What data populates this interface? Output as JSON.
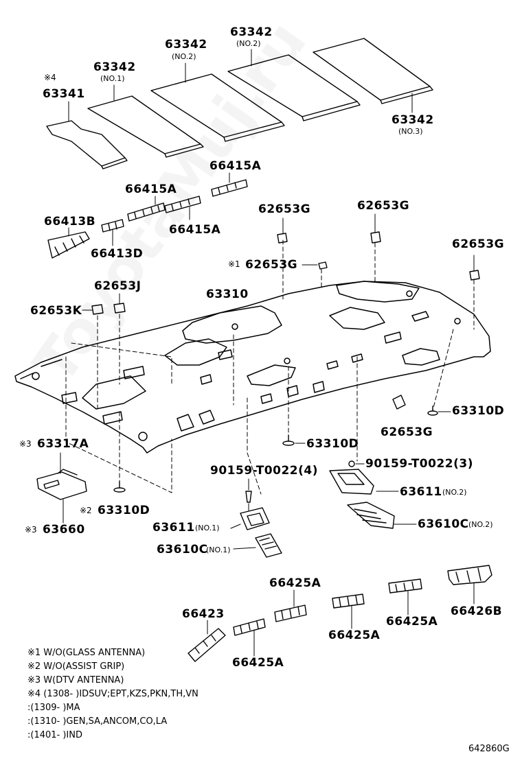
{
  "watermark": "ToyotaMuj.ru",
  "diagram_code": "642860G",
  "parts": {
    "p63341": "63341",
    "p63342_no1": "63342",
    "p63342_no2a": "63342",
    "p63342_no2b": "63342",
    "p63342_no3": "63342",
    "p66415a_1": "66415A",
    "p66415a_2": "66415A",
    "p66415a_3": "66415A",
    "p66413b": "66413B",
    "p66413d": "66413D",
    "p62653g_1": "62653G",
    "p62653g_2": "62653G",
    "p62653g_3": "62653G",
    "p62653g_4": "62653G",
    "p62653g_5": "62653G",
    "p62653j": "62653J",
    "p62653k": "62653K",
    "p63310": "63310",
    "p63310d_1": "63310D",
    "p63310d_2": "63310D",
    "p63310d_3": "63310D",
    "p63317a": "63317A",
    "p63660": "63660",
    "p90159_4": "90159-T0022(4)",
    "p90159_3": "90159-T0022(3)",
    "p63611_no1": "63611",
    "p63611_no2": "63611",
    "p63610c_no1": "63610C",
    "p63610c_no2": "63610C",
    "p66425a_1": "66425A",
    "p66425a_2": "66425A",
    "p66425a_3": "66425A",
    "p66425a_4": "66425A",
    "p66423": "66423",
    "p66426b": "66426B"
  },
  "sublabels": {
    "no1": "(NO.1)",
    "no2": "(NO.2)",
    "no3": "(NO.3)"
  },
  "marks": {
    "m1": "※1",
    "m2": "※2",
    "m3": "※3",
    "m4": "※4"
  },
  "notes": [
    "※1 W/O(GLASS ANTENNA)",
    "※2 W/O(ASSIST GRIP)",
    "※3 W(DTV ANTENNA)",
    "※4 (1308-          )IDSUV;EPT,KZS,PKN,TH,VN",
    "      :(1309-          )MA",
    "      :(1310-          )GEN,SA,ANCOM,CO,LA",
    "      :(1401-          )IND"
  ]
}
